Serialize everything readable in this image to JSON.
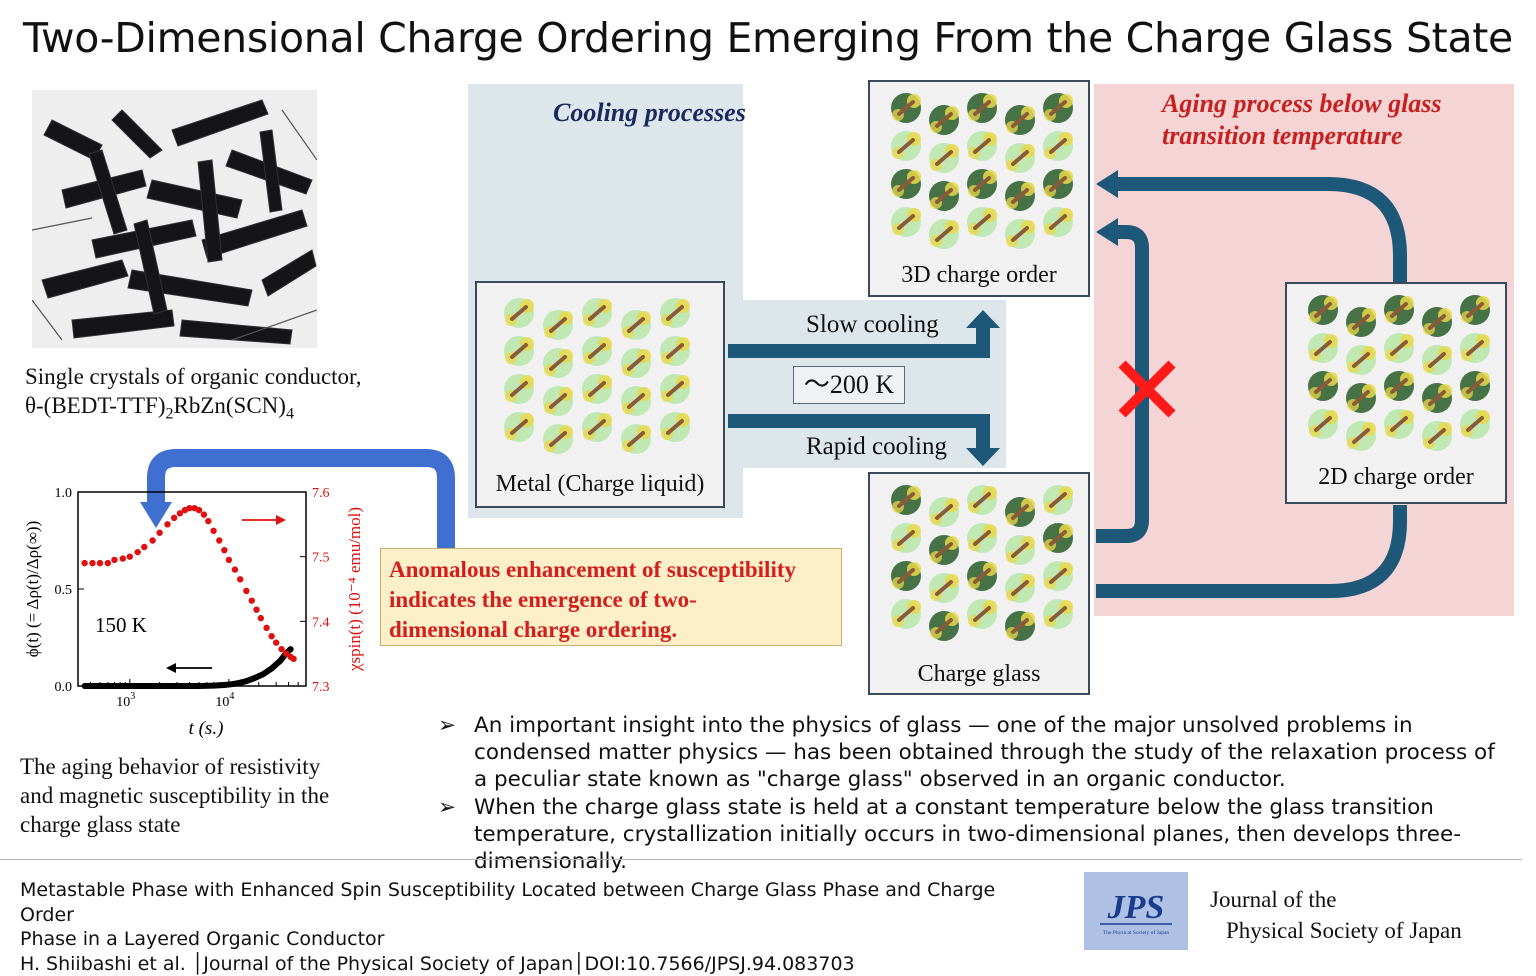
{
  "title": "Two-Dimensional Charge Ordering Emerging From the Charge Glass State",
  "crystal_caption": {
    "line1": "Single crystals of organic conductor,",
    "line2_prefix": "θ-(BEDT-TTF)",
    "line2_sub1": "2",
    "line2_mid": "RbZn(SCN)",
    "line2_sub2": "4"
  },
  "diagram": {
    "cooling_title": "Cooling processes",
    "aging_title_line1": "Aging process below glass",
    "aging_title_line2": "transition temperature",
    "metal_label": "Metal (Charge liquid)",
    "slow_label": "Slow cooling",
    "rapid_label": "Rapid cooling",
    "temperature": "〜200 K",
    "order3d_label": "3D charge order",
    "glass_label": "Charge glass",
    "order2d_label": "2D charge order",
    "blocked_icon": "red-x-mark",
    "colors": {
      "cool_panel": "#dde6eb",
      "aging_panel": "#f4d4d4",
      "arrow": "#1d5878",
      "cross": "#ff1a1a"
    }
  },
  "notice": {
    "line1": "Anomalous enhancement of susceptibility",
    "line2": "indicates the emergence of two-",
    "line3": "dimensional charge ordering."
  },
  "chart_data": {
    "type": "scatter",
    "xlabel": "t (s.)",
    "xscale": "log",
    "xlim": [
      300,
      60000
    ],
    "x_ticks": [
      {
        "value": 1000,
        "base": "10",
        "exp": "3"
      },
      {
        "value": 10000,
        "base": "10",
        "exp": "4"
      }
    ],
    "ylabel_left": "ϕ(t) (= Δρ(t)/Δρ(∞))",
    "ylim_left": [
      0.0,
      1.0
    ],
    "y_ticks_left": [
      "0.0",
      "0.5",
      "1.0"
    ],
    "ylabel_right": "χspin(t) (10⁻⁴ emu/mol)",
    "ylim_right": [
      7.3,
      7.6
    ],
    "y_ticks_right": [
      "7.3",
      "7.4",
      "7.5",
      "7.6"
    ],
    "annotation": "150 K",
    "series": [
      {
        "axis": "left",
        "color": "#000000",
        "x": [
          350,
          500,
          700,
          1000,
          1500,
          2000,
          3000,
          4000,
          5000,
          7000,
          9000,
          11000,
          13000,
          15000,
          18000,
          22000,
          27000,
          33000,
          38000,
          42000
        ],
        "y": [
          0.0,
          0.0,
          0.0,
          0.0,
          0.0,
          0.0,
          0.0,
          0.0,
          0.0,
          0.002,
          0.005,
          0.01,
          0.017,
          0.025,
          0.04,
          0.06,
          0.09,
          0.13,
          0.17,
          0.19
        ]
      },
      {
        "axis": "right",
        "color": "#e01010",
        "x": [
          350,
          420,
          500,
          600,
          700,
          850,
          1000,
          1200,
          1400,
          1700,
          2000,
          2400,
          2800,
          3200,
          3600,
          4000,
          4500,
          5000,
          5600,
          6200,
          7000,
          8000,
          9000,
          10000,
          11500,
          13000,
          15000,
          17000,
          19000,
          21000,
          24000,
          27000,
          30000,
          34000,
          38000,
          42000,
          45000
        ],
        "y": [
          7.49,
          7.49,
          7.49,
          7.49,
          7.495,
          7.497,
          7.5,
          7.507,
          7.515,
          7.525,
          7.537,
          7.55,
          7.56,
          7.567,
          7.572,
          7.575,
          7.575,
          7.572,
          7.565,
          7.555,
          7.54,
          7.525,
          7.51,
          7.495,
          7.48,
          7.465,
          7.447,
          7.432,
          7.418,
          7.405,
          7.39,
          7.377,
          7.367,
          7.357,
          7.35,
          7.345,
          7.342
        ]
      }
    ]
  },
  "aging_caption": {
    "line1": "The aging behavior of resistivity",
    "line2": "and magnetic susceptibility in the",
    "line3": "charge glass state"
  },
  "bullets": [
    "An important insight into the physics of glass — one of the major unsolved problems in condensed matter physics — has been obtained through the study of the relaxation process of a peculiar state known as \"charge glass\" observed in an organic conductor.",
    "When the charge glass state is held at a constant temperature below the glass transition temperature, crystallization initially occurs in two-dimensional planes, then develops three-dimensionally."
  ],
  "bullet_marker": "➢",
  "reference": {
    "line1": "Metastable Phase with Enhanced Spin Susceptibility Located between Charge Glass Phase and Charge Order",
    "line2": "Phase in a Layered Organic Conductor",
    "line3": "H. Shiibashi et al. │Journal of the Physical Society of Japan│DOI:10.7566/JPSJ.94.083703"
  },
  "logo": {
    "letters": "JPS",
    "subtext": "The Physical Society of Japan"
  },
  "journal": {
    "line1": "Journal of the",
    "line2": "Physical Society of Japan"
  }
}
